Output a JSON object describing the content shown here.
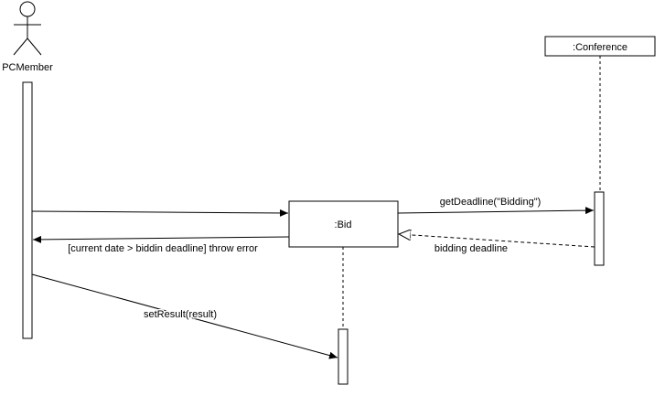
{
  "diagram": {
    "actor": {
      "name": "PCMember"
    },
    "lifelines": {
      "bid": {
        "label": ":Bid"
      },
      "conference": {
        "label": ":Conference"
      }
    },
    "messages": {
      "get_deadline": {
        "label": "getDeadline(\"Bidding\")"
      },
      "bidding_deadline": {
        "label": "bidding deadline"
      },
      "throw_error": {
        "label": "[current date > biddin deadline] throw error"
      },
      "set_result": {
        "label": "setResult(result)"
      }
    }
  }
}
